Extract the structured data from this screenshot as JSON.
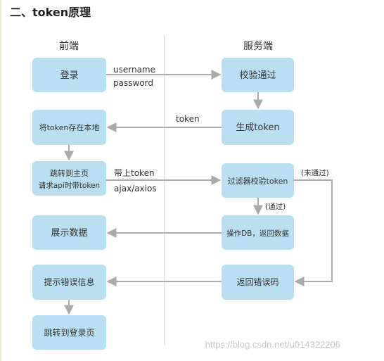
{
  "heading": "二、token原理",
  "columns": {
    "client": "前端",
    "server": "服务端"
  },
  "nodes": {
    "login": "登录",
    "store_token": "将token存在本地",
    "jump_line1": "跳转到主页",
    "jump_line2": "请求api时带token",
    "show_data": "展示数据",
    "show_error": "提示错误信息",
    "jump_login": "跳转到登录页",
    "verify_pass": "校验通过",
    "gen_token": "生成token",
    "filter_verify": "过滤器校验token",
    "operate_db": "操作DB，返回数据",
    "return_error": "返回错误码"
  },
  "edge_labels": {
    "username": "username",
    "password": "password",
    "token": "token",
    "carry_token": "带上token",
    "ajax_axios": "ajax/axios",
    "passed": "(通过)",
    "not_passed": "(未通过)"
  },
  "watermark": "https://blog.csdn.net/u014322206",
  "colors": {
    "box_fill": "#b9dff2",
    "arrow": "#aaaaaa",
    "text": "#333333",
    "divider": "#d0d0d0"
  }
}
